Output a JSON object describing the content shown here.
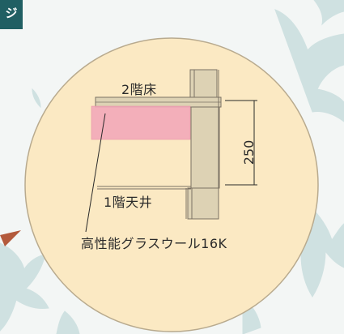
{
  "corner_tag": "ジ",
  "labels": {
    "second_floor": "2階床",
    "first_floor_ceiling": "1階天井",
    "insulation": "高性能グラスウール16K",
    "dimension": "250"
  },
  "colors": {
    "circle_fill": "#fbe9c3",
    "circle_stroke": "#b8aa8e",
    "insulation_fill": "#f2a9b9",
    "timber": "#ddd2b4",
    "joist_line": "#7a7163",
    "tag_bg": "#205f63",
    "arrow": "#b35a3c",
    "foliage": "#cfe1e1"
  },
  "icons": {
    "corner_tag": "step-tag",
    "left_arrow": "arrow-marker-icon"
  }
}
